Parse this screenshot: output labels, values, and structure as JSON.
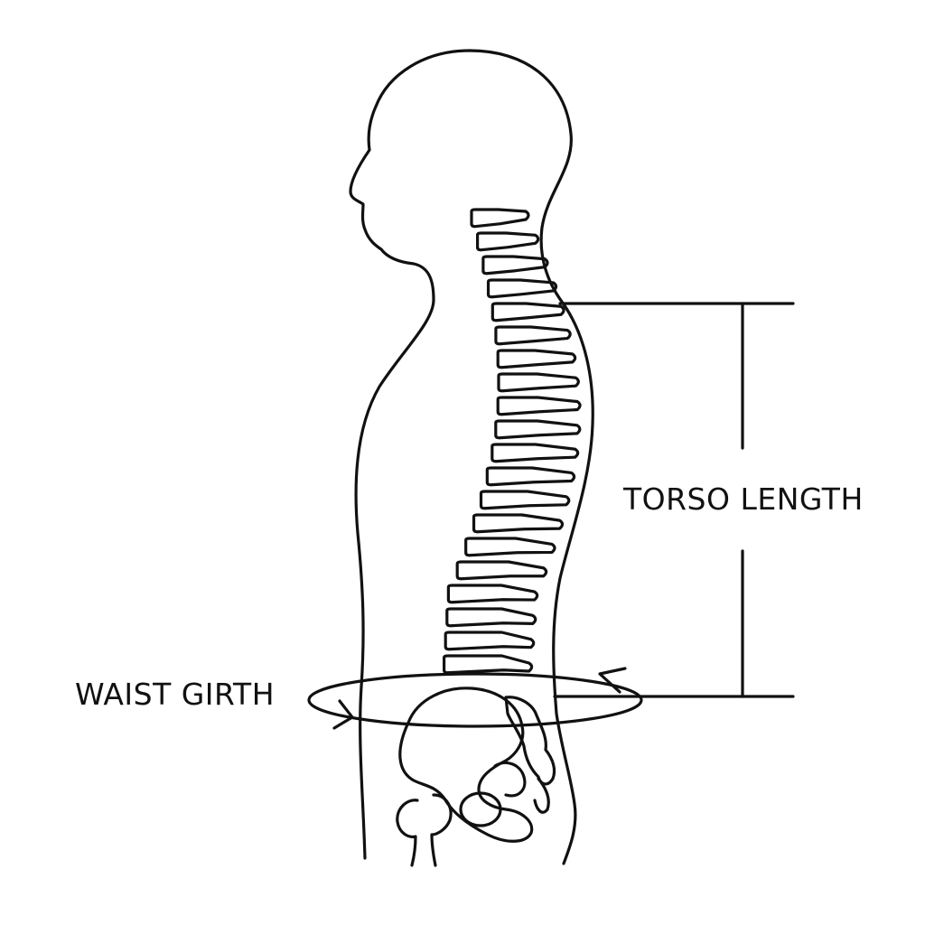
{
  "labels": {
    "torso_length": "TORSO LENGTH",
    "waist_girth": "WAIST GIRTH"
  },
  "colors": {
    "ink": "#111111",
    "background": "#ffffff"
  },
  "spine": {
    "vertebra_count": 20
  }
}
